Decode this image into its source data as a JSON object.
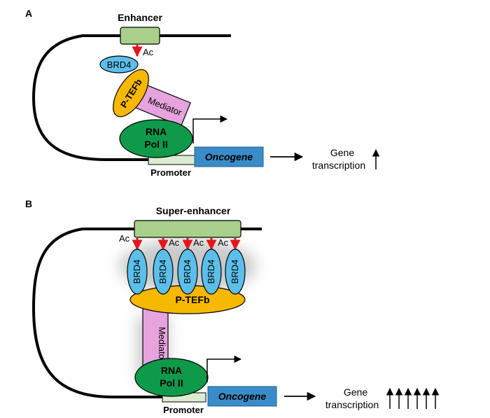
{
  "panel_a": {
    "label": "A",
    "enhancer": "Enhancer",
    "ac": "Ac",
    "brd4": "BRD4",
    "ptefb": "P-TEFb",
    "mediator": "Mediator",
    "rna_line1": "RNA",
    "rna_line2": "Pol II",
    "promoter": "Promoter",
    "oncogene": "Oncogene",
    "gene_line1": "Gene",
    "gene_line2": "transcription"
  },
  "panel_b": {
    "label": "B",
    "super_enhancer": "Super-enhancer",
    "ac": "Ac",
    "brd4": "BRD4",
    "ptefb": "P-TEFb",
    "mediator": "Mediator",
    "rna_line1": "RNA",
    "rna_line2": "Pol II",
    "promoter": "Promoter",
    "oncogene": "Oncogene",
    "gene_line1": "Gene",
    "gene_line2": "transcription"
  },
  "colors": {
    "enhancer_fill": "#a9cf8c",
    "brd4_fill": "#5bbfea",
    "ptefb_fill": "#f7b800",
    "mediator_fill": "#e6a3de",
    "rna_fill": "#0e9a4a",
    "oncogene_fill": "#3a8cc8",
    "promoter_fill": "#dcecd0",
    "acetyl_arrow": "#e0181c"
  }
}
